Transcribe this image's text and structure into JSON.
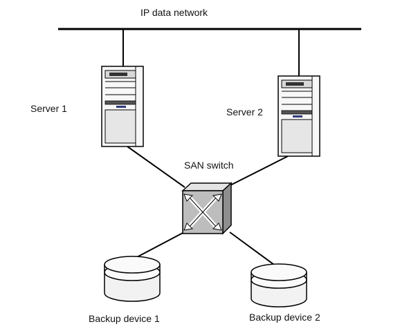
{
  "network": {
    "label": "IP data network"
  },
  "servers": [
    {
      "label": "Server 1"
    },
    {
      "label": "Server 2"
    }
  ],
  "switch": {
    "label": "SAN switch"
  },
  "backups": [
    {
      "label": "Backup device 1"
    },
    {
      "label": "Backup device 2"
    }
  ],
  "colors": {
    "line": "#000000",
    "server_body": "#f7f7f7",
    "server_panel": "#e6e6e6",
    "switch_top": "#e4e4e4",
    "switch_front": "#bdbdbd",
    "switch_side": "#8e8e8e",
    "disk_body": "#f2f2f2"
  }
}
